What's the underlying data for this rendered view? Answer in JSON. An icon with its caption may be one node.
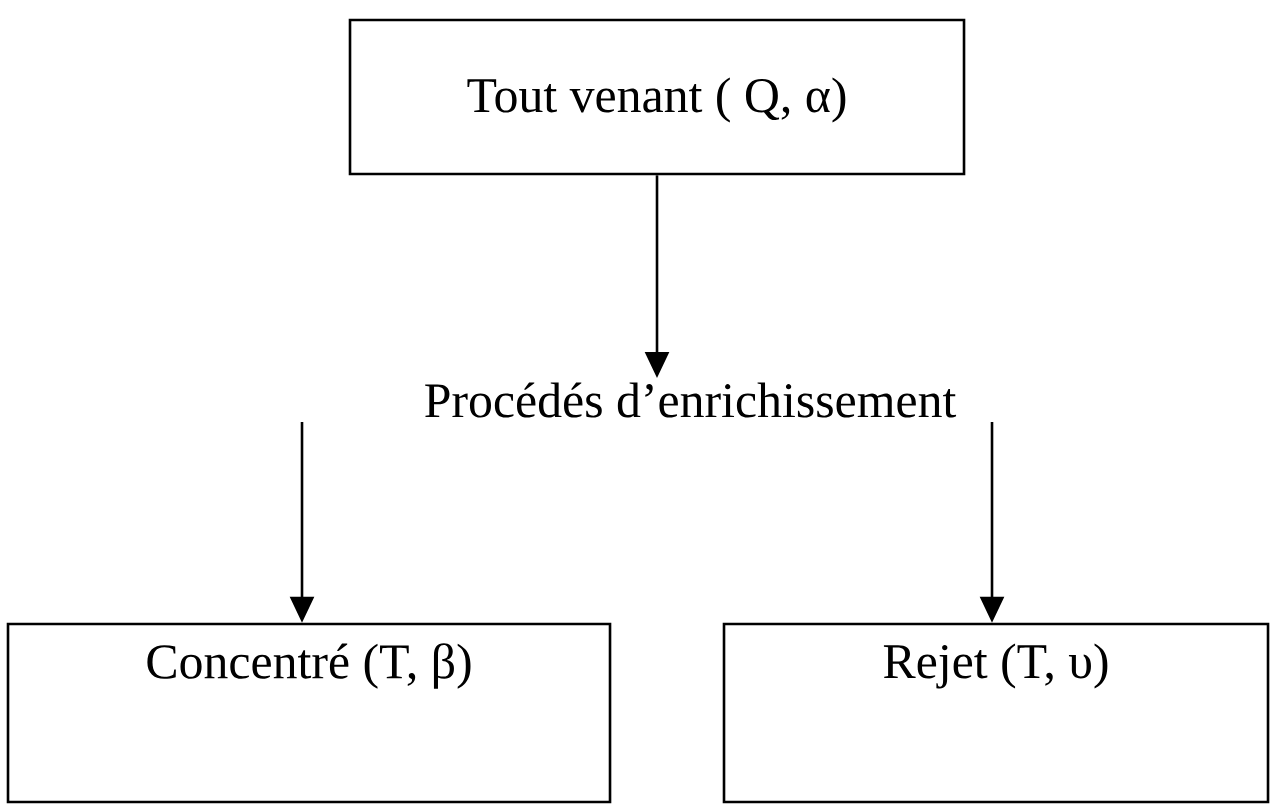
{
  "diagram": {
    "nodes": [
      {
        "text": [
          "Tout venant ( Q, α)"
        ]
      },
      {
        "text": [
          "Procédés d’enrichissement"
        ]
      },
      {
        "text": [
          "Concentré (T, β)"
        ]
      },
      {
        "text": [
          "Rejet (T, υ)"
        ]
      }
    ],
    "edges": [
      {
        "from": 0,
        "to": 1,
        "arrow": "to"
      },
      {
        "from": 1,
        "to": 2,
        "arrow": "to"
      },
      {
        "from": 1,
        "to": 3,
        "arrow": "to"
      }
    ]
  }
}
